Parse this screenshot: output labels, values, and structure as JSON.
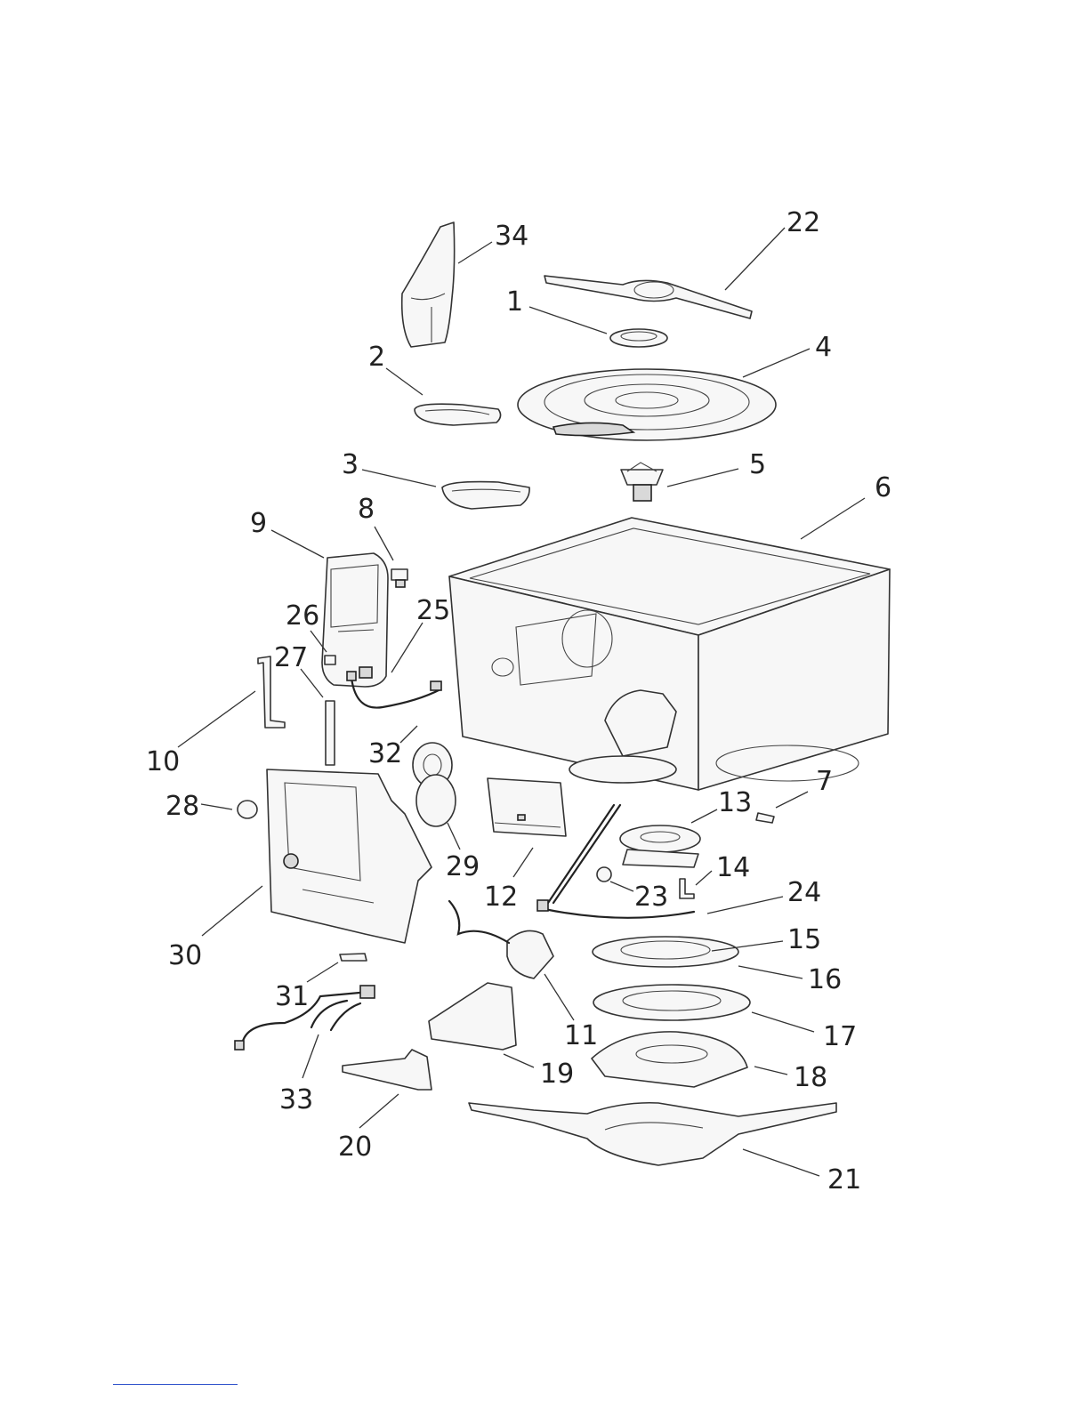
{
  "callouts": [
    {
      "id": "34",
      "label": "34"
    },
    {
      "id": "22",
      "label": "22"
    },
    {
      "id": "1",
      "label": "1"
    },
    {
      "id": "2",
      "label": "2"
    },
    {
      "id": "4",
      "label": "4"
    },
    {
      "id": "3",
      "label": "3"
    },
    {
      "id": "5",
      "label": "5"
    },
    {
      "id": "6",
      "label": "6"
    },
    {
      "id": "8",
      "label": "8"
    },
    {
      "id": "9",
      "label": "9"
    },
    {
      "id": "25",
      "label": "25"
    },
    {
      "id": "26",
      "label": "26"
    },
    {
      "id": "27",
      "label": "27"
    },
    {
      "id": "10",
      "label": "10"
    },
    {
      "id": "32",
      "label": "32"
    },
    {
      "id": "28",
      "label": "28"
    },
    {
      "id": "7",
      "label": "7"
    },
    {
      "id": "13",
      "label": "13"
    },
    {
      "id": "29",
      "label": "29"
    },
    {
      "id": "14",
      "label": "14"
    },
    {
      "id": "12",
      "label": "12"
    },
    {
      "id": "23",
      "label": "23"
    },
    {
      "id": "24",
      "label": "24"
    },
    {
      "id": "30",
      "label": "30"
    },
    {
      "id": "15",
      "label": "15"
    },
    {
      "id": "16",
      "label": "16"
    },
    {
      "id": "31",
      "label": "31"
    },
    {
      "id": "11",
      "label": "11"
    },
    {
      "id": "17",
      "label": "17"
    },
    {
      "id": "33",
      "label": "33"
    },
    {
      "id": "19",
      "label": "19"
    },
    {
      "id": "18",
      "label": "18"
    },
    {
      "id": "20",
      "label": "20"
    },
    {
      "id": "21",
      "label": "21"
    }
  ]
}
